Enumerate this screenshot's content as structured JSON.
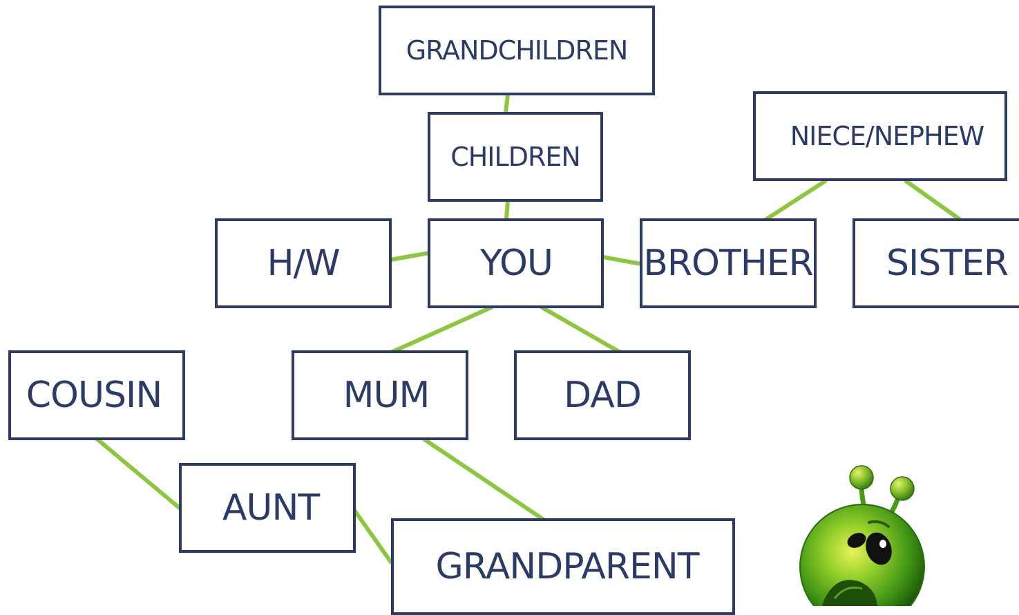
{
  "diagram": {
    "nodes": [
      {
        "id": "grandchildren",
        "label": "GRANDCHILDREN"
      },
      {
        "id": "children",
        "label": "CHILDREN"
      },
      {
        "id": "niece",
        "label": "NIECE/NEPHEW"
      },
      {
        "id": "hw",
        "label": "H/W"
      },
      {
        "id": "you",
        "label": "YOU"
      },
      {
        "id": "brother",
        "label": "BROTHER"
      },
      {
        "id": "sister",
        "label": "SISTER"
      },
      {
        "id": "cousin",
        "label": "COUSIN"
      },
      {
        "id": "mum",
        "label": "MUM"
      },
      {
        "id": "dad",
        "label": "DAD"
      },
      {
        "id": "aunt",
        "label": "AUNT"
      },
      {
        "id": "grandparent",
        "label": "GRANDPARENT"
      }
    ],
    "edges": [
      {
        "from": "grandchildren",
        "to": "children"
      },
      {
        "from": "children",
        "to": "you"
      },
      {
        "from": "hw",
        "to": "you"
      },
      {
        "from": "you",
        "to": "brother"
      },
      {
        "from": "niece",
        "to": "brother"
      },
      {
        "from": "niece",
        "to": "sister"
      },
      {
        "from": "you",
        "to": "mum"
      },
      {
        "from": "you",
        "to": "dad"
      },
      {
        "from": "cousin",
        "to": "aunt"
      },
      {
        "from": "aunt",
        "to": "grandparent"
      },
      {
        "from": "mum",
        "to": "grandparent"
      }
    ],
    "colors": {
      "box_border": "#2b3a67",
      "text": "#2b3a67",
      "connector": "#8dc63f"
    },
    "decoration": {
      "icon": "worried-green-alien-icon"
    }
  }
}
